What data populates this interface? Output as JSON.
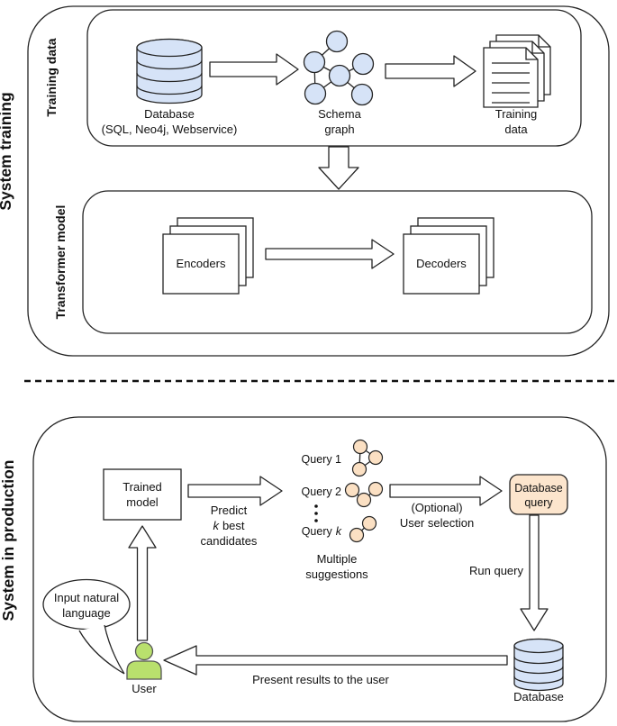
{
  "colors": {
    "node_blue": "#d6e3f7",
    "node_peach": "#fbe0c3",
    "box_peach": "#fce5cd",
    "user_green": "#b9e06d",
    "line": "#242424"
  },
  "training": {
    "section_label": "System training",
    "training_data": {
      "label": "Training data",
      "database": {
        "title": "Database",
        "subtitle": "(SQL, Neo4j, Webservice)"
      },
      "schema_graph": {
        "line1": "Schema",
        "line2": "graph"
      },
      "docs": {
        "line1": "Training",
        "line2": "data"
      }
    },
    "transformer": {
      "label": "Transformer model",
      "encoders": "Encoders",
      "decoders": "Decoders"
    }
  },
  "production": {
    "section_label": "System in production",
    "trained_model": {
      "line1": "Trained",
      "line2": "model"
    },
    "predict": {
      "line1": "Predict",
      "k": "k",
      "rest": "best",
      "line3": "candidates"
    },
    "queries": {
      "q1": "Query 1",
      "q2": "Query 2",
      "qk_prefix": "Query",
      "qk_var": "k"
    },
    "suggestions": {
      "line1": "Multiple",
      "line2": "suggestions"
    },
    "selection": {
      "line1": "(Optional)",
      "line2": "User selection"
    },
    "db_query": {
      "line1": "Database",
      "line2": "query"
    },
    "run_query": "Run query",
    "database_label": "Database",
    "present_results": "Present results to the user",
    "speech": {
      "line1": "Input natural",
      "line2": "language"
    },
    "user_label": "User"
  }
}
